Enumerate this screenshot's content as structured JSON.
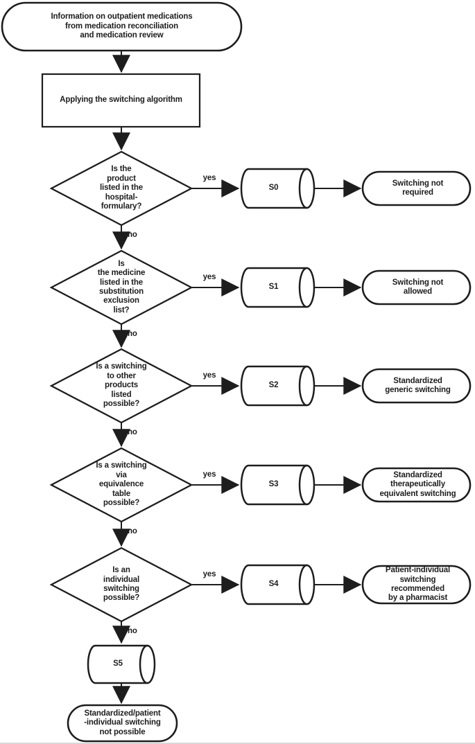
{
  "colors": {
    "line": "#1d1d1d",
    "text": "#1d1d1d",
    "background": "#ffffff"
  },
  "flowchart": {
    "start": {
      "text": "Information on outpatient medications\nfrom medication reconciliation\nand medication review"
    },
    "process": {
      "text": "Applying the switching algorithm"
    },
    "decisions": [
      {
        "question": "Is the\nproduct\nlisted in the\nhospital-\nformulary?",
        "yes_label": "yes",
        "no_label": "no",
        "strategy_code": "S0",
        "outcome": "Switching not\nrequired"
      },
      {
        "question": "Is\nthe medicine\nlisted in the\nsubstitution\nexclusion\nlist?",
        "yes_label": "yes",
        "no_label": "no",
        "strategy_code": "S1",
        "outcome": "Switching not\nallowed"
      },
      {
        "question": "Is a switching\nto other\nproducts\nlisted\npossible?",
        "yes_label": "yes",
        "no_label": "no",
        "strategy_code": "S2",
        "outcome": "Standardized\ngeneric switching"
      },
      {
        "question": "Is a switching\nvia\nequivalence\ntable\npossible?",
        "yes_label": "yes",
        "no_label": "no",
        "strategy_code": "S3",
        "outcome": "Standardized\ntherapeutically\nequivalent switching"
      },
      {
        "question": "Is an\nindividual\nswitching\npossible?",
        "yes_label": "yes",
        "no_label": "no",
        "strategy_code": "S4",
        "outcome": "Patient-individual\nswitching\nrecommended\nby a pharmacist"
      }
    ],
    "fallback": {
      "no_label": "no",
      "strategy_code": "S5",
      "outcome": "Standardized/patient\n-individual switching\nnot possible"
    }
  }
}
